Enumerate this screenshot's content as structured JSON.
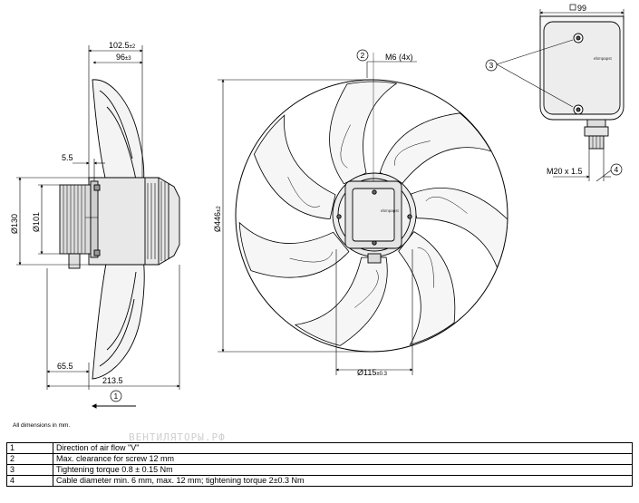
{
  "side_view": {
    "dim_overall_depth": "102.5",
    "dim_overall_depth_tol": "±2",
    "dim_hub_depth": "96",
    "dim_hub_depth_tol": "±3",
    "dim_flange": "5.5",
    "dim_dia_130": "Ø130",
    "dim_dia_101": "Ø101",
    "dim_base": "65.5",
    "dim_total": "213.5",
    "callout_1": "1"
  },
  "front_view": {
    "callout_2": "2",
    "thread_label": "M6 (4x)",
    "dim_fan_dia": "Ø446",
    "dim_fan_dia_tol": "±2",
    "dim_hub_dia": "Ø115",
    "dim_hub_dia_tol": "±0.3",
    "brand": "ebmpapst"
  },
  "terminal_box": {
    "dim_width": "99",
    "callout_3": "3",
    "callout_4": "4",
    "cable_thread": "M20 x 1.5",
    "brand": "ebmpapst"
  },
  "note": "All dimensions in mm.",
  "watermark": "ВЕНТИЛЯТОРЫ.РФ",
  "legend": [
    {
      "num": "1",
      "text": "Direction of air flow \"V\""
    },
    {
      "num": "2",
      "text": "Max. clearance for screw 12 mm"
    },
    {
      "num": "3",
      "text": "Tightening torque 0.8 ± 0.15 Nm"
    },
    {
      "num": "4",
      "text": "Cable diameter min. 6 mm, max. 12 mm; tightening torque 2±0.3 Nm"
    }
  ]
}
